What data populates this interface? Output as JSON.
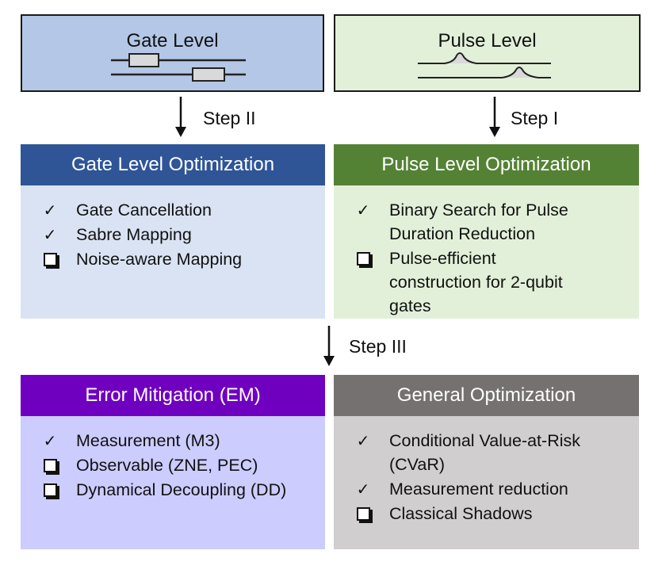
{
  "gate_level_box": {
    "title": "Gate Level",
    "fill": "#b4c7e7"
  },
  "pulse_level_box": {
    "title": "Pulse Level",
    "fill": "#e2f0d9"
  },
  "steps": {
    "step1": "Step I",
    "step2": "Step II",
    "step3": "Step III"
  },
  "panels": {
    "gate_opt": {
      "title": "Gate Level Optimization",
      "header_color": "#2f5597",
      "body_color": "#dae3f3",
      "items": [
        {
          "mark": "check",
          "text": "Gate Cancellation"
        },
        {
          "mark": "check",
          "text": "Sabre Mapping"
        },
        {
          "mark": "box",
          "text": "Noise-aware Mapping"
        }
      ]
    },
    "pulse_opt": {
      "title": "Pulse Level Optimization",
      "header_color": "#548235",
      "body_color": "#e2f0d9",
      "items": [
        {
          "mark": "check",
          "text": "Binary Search for Pulse Duration Reduction"
        },
        {
          "mark": "box",
          "text": "Pulse-efficient construction for 2-qubit gates"
        }
      ]
    },
    "error_mitigation": {
      "title": "Error Mitigation (EM)",
      "header_color": "#7000c0",
      "body_color": "#ccccff",
      "items": [
        {
          "mark": "check",
          "text": "Measurement (M3)"
        },
        {
          "mark": "box",
          "text": "Observable (ZNE, PEC)"
        },
        {
          "mark": "box",
          "text": "Dynamical Decoupling (DD)"
        }
      ]
    },
    "general_opt": {
      "title": "General Optimization",
      "header_color": "#767171",
      "body_color": "#d0cece",
      "items": [
        {
          "mark": "check",
          "text": "Conditional Value-at-Risk (CVaR)"
        },
        {
          "mark": "check",
          "text": "Measurement reduction"
        },
        {
          "mark": "box",
          "text": "Classical Shadows"
        }
      ]
    }
  },
  "icons": {
    "check": "check-mark-icon",
    "box": "unchecked-box-icon"
  }
}
